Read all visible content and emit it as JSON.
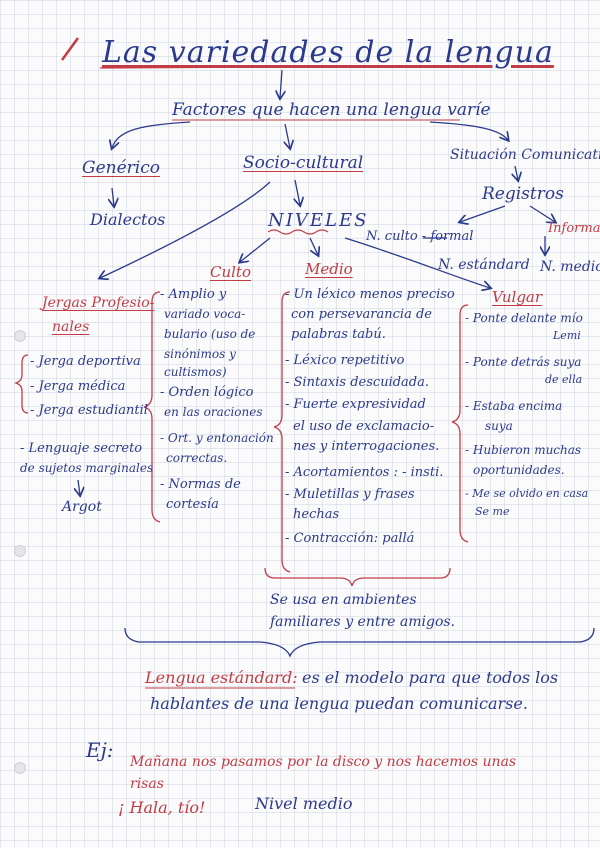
{
  "title": "Las variedades de la lengua",
  "factores": "Factores que hacen una lengua varíe",
  "branches": {
    "generico": "Genérico",
    "dialectos": "Dialectos",
    "socio": "Socio-cultural",
    "situacion": "Situación Comunicativa",
    "registros": "Registros",
    "culto_formal": "N. culto - formal",
    "informal": "Informal",
    "estandard": "N. estándard",
    "medio_label": "N. medio"
  },
  "niveles": "NIVELES",
  "nivel_culto": {
    "title": "Culto",
    "items": [
      "- Amplio y",
      "variado voca-",
      "bulario (uso de",
      "sinónimos y",
      "cultismos)",
      "- Orden lógico",
      "en las oraciones",
      "- Ort. y entonación",
      "correctas.",
      "- Normas de",
      "cortesía"
    ]
  },
  "nivel_medio": {
    "title": "Medio",
    "items": [
      "- Un léxico menos preciso",
      "con persevarancia de",
      "palabras tabú.",
      "- Léxico repetitivo",
      "- Sintaxis descuidada.",
      "- Fuerte expresividad",
      "el uso de exclamacio-",
      "nes y interrogaciones.",
      "- Acortamientos : - insti.",
      "- Muletillas y frases",
      "hechas",
      "- Contracción: pallá"
    ],
    "note1": "Se usa en ambientes",
    "note2": "familiares y entre amigos."
  },
  "nivel_vulgar": {
    "title": "Vulgar",
    "items": [
      "- Ponte delante mío",
      "Lemi",
      "- Ponte detrás suya",
      "de ella",
      "- Estaba encima",
      "suya",
      "- Hubieron muchas",
      "oportunidades.",
      "- Me se olvido en casa",
      "Se me"
    ]
  },
  "jergas": {
    "title": "Jergas Profesio-",
    "title2": "nales",
    "items": [
      "- Jerga deportiva",
      "- Jerga médica",
      "- Jerga estudiantil"
    ],
    "secret1": "- Lenguaje secreto",
    "secret2": "de sujetos marginales",
    "argot": "Argot"
  },
  "estandard": {
    "label": "Lengua estándard:",
    "line1": "es el modelo para que todos los",
    "line2": "hablantes de una lengua puedan comunicarse."
  },
  "ejemplo": {
    "label": "Ej:",
    "line1": "Mañana nos pasamos por la disco y nos hacemos unas",
    "line2": "risas",
    "line3": "¡ Hala, tío!",
    "nivel": "Nivel medio"
  },
  "colors": {
    "ink": "#2b3a8c",
    "red": "#c33c45",
    "grid": "#c8cde0"
  }
}
